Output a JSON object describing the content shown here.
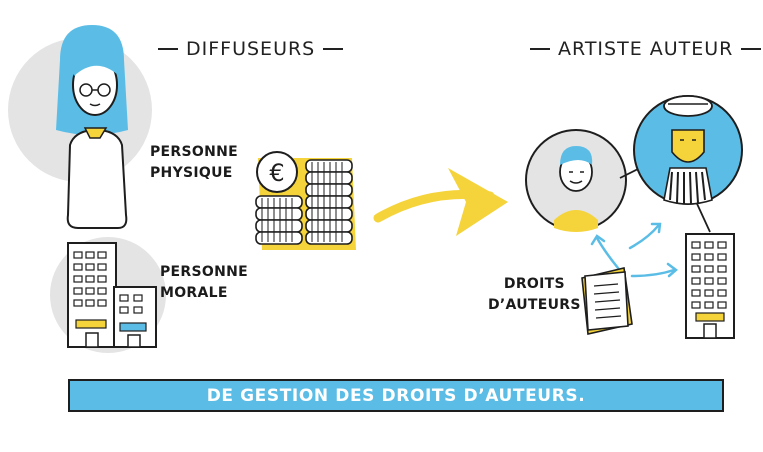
{
  "headings": {
    "diffuseurs": "DIFFUSEURS",
    "artiste_auteur": "ARTISTE AUTEUR"
  },
  "labels": {
    "personne_physique": [
      "PERSONNE",
      "PHYSIQUE"
    ],
    "personne_morale": [
      "PERSONNE",
      "MORALE"
    ],
    "droits_auteurs": [
      "DROITS",
      "D’AUTEURS"
    ]
  },
  "coin_symbol": "€",
  "banner": "DE GESTION DES DROITS D’AUTEURS.",
  "colors": {
    "yellow": "#f5d33a",
    "blue": "#5bbde6",
    "grey": "#e4e4e4",
    "ink": "#1e1e1e"
  },
  "icons": [
    "woman-icon",
    "office-building-icon",
    "euro-coin-icon",
    "coin-stack-icon",
    "arrow-icon",
    "young-man-icon",
    "bearded-artist-icon",
    "document-stack-icon",
    "tower-building-icon"
  ]
}
